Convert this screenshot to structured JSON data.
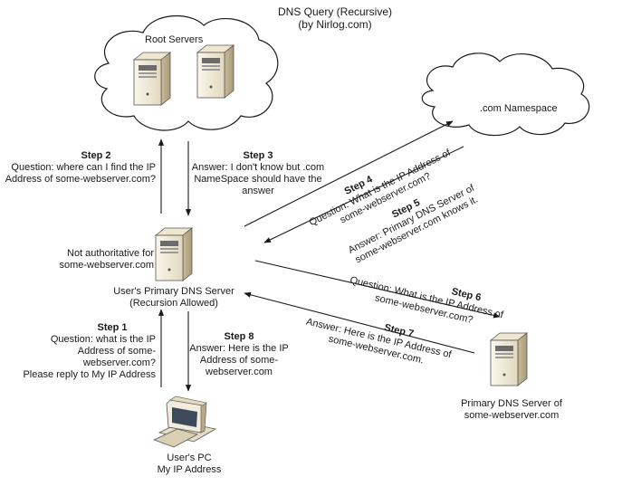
{
  "title": {
    "line1": "DNS Query (Recursive)",
    "line2": "(by Nirlog.com)"
  },
  "nodes": {
    "root_servers": "Root Servers",
    "com_namespace": ".com Namespace",
    "primary_dns": {
      "label1": "User's Primary DNS Server",
      "label2": "(Recursion Allowed)",
      "note1": "Not authoritative for",
      "note2": "some-webserver.com"
    },
    "target_dns": {
      "label1": "Primary DNS Server of",
      "label2": "some-webserver.com"
    },
    "user_pc": {
      "label1": "User's PC",
      "label2": "My IP Address"
    }
  },
  "steps": {
    "step1": {
      "title": "Step 1",
      "lines": [
        "Question: what is the IP",
        "Address of some-",
        "webserver.com?",
        "Please reply to My IP Address"
      ]
    },
    "step2": {
      "title": "Step 2",
      "lines": [
        "Question: where can I find the IP",
        "Address of some-webserver.com?"
      ]
    },
    "step3": {
      "title": "Step 3",
      "lines": [
        "Answer: I don't know but .com",
        "NameSpace should have the",
        "answer"
      ]
    },
    "step4": {
      "title": "Step 4",
      "lines": [
        "Question: What is the IP Address of",
        "some-webserver.com?"
      ]
    },
    "step5": {
      "title": "Step 5",
      "lines": [
        "Answer: Primary DNS Server of",
        "some-webserver.com knows it."
      ]
    },
    "step6": {
      "title": "Step 6",
      "lines": [
        "Question: What is the IP Address of",
        "some-webserver.com?"
      ]
    },
    "step7": {
      "title": "Step 7",
      "lines": [
        "Answer: Here is the IP Address of",
        "some-webserver.com."
      ]
    },
    "step8": {
      "title": "Step 8",
      "lines": [
        "Answer: Here is the IP",
        "Address of some-",
        "webserver.com"
      ]
    }
  },
  "colors": {
    "line": "#1a1a1a",
    "server_body": "#f1ead8",
    "server_shade": "#cdbf9a"
  }
}
